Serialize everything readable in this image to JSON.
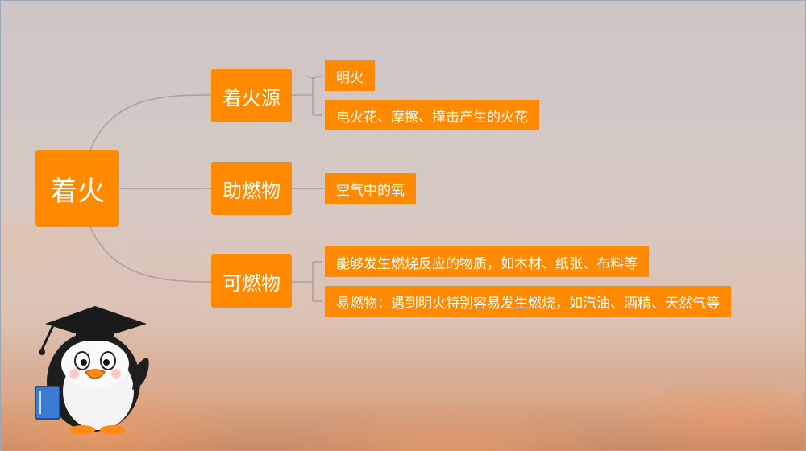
{
  "root": {
    "label": "着火"
  },
  "branches": [
    {
      "label": "着火源",
      "leaves": [
        "明火",
        "电火花、摩擦、撞击产生的火花"
      ]
    },
    {
      "label": "助燃物",
      "leaves": [
        "空气中的氧"
      ]
    },
    {
      "label": "可燃物",
      "leaves": [
        "能够发生燃烧反应的物质，如木材、纸张、布料等",
        "易燃物：遇到明火特别容易发生燃烧，如汽油、酒精、天然气等"
      ]
    }
  ],
  "colors": {
    "box": "#ff8a00",
    "line": "#9c9c9c"
  },
  "mascot": {
    "icon": "penguin-graduate-icon"
  }
}
